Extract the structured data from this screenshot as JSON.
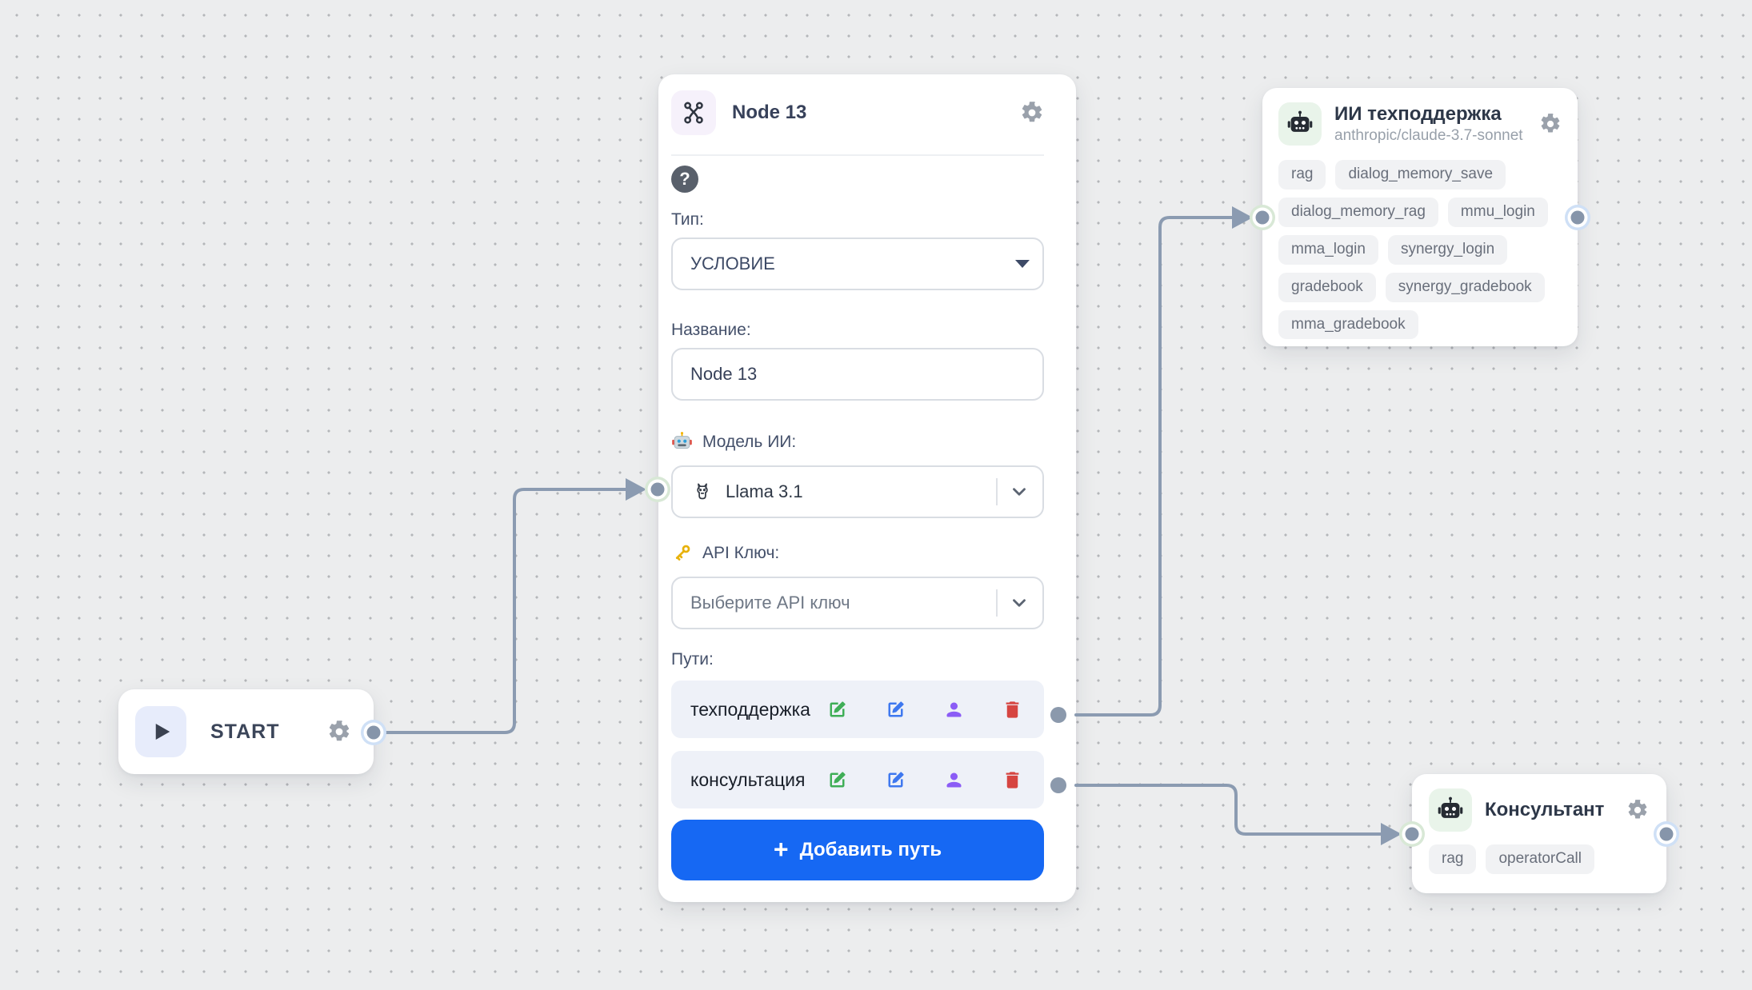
{
  "colors": {
    "accent_blue": "#1668f3",
    "edge_line": "#8b9bb1",
    "edit_green": "#3fae57",
    "edit_blue": "#3e78ef",
    "person_purple": "#8b5cf6",
    "trash_red": "#d64541",
    "port_dot": "#8695aa",
    "port_ring_blue": "#cfe0f6",
    "port_ring_green": "#d8e8d6"
  },
  "icons": {
    "branch-icon": "workflow-split-glyph",
    "gear-icon": "settings-gear",
    "help-icon": "question-mark-circle",
    "robot-emoji-icon": "robot-face-color",
    "robot-icon": "robot-solid-dark",
    "key-emoji-icon": "golden-key",
    "llama-icon": "llama-outline",
    "chevron-down-icon": "chevron-down",
    "caret-down-icon": "triangle-down",
    "edit-icon": "pencil-square",
    "person-icon": "person-solid",
    "trash-icon": "trash-can",
    "play-icon": "play-triangle",
    "plus-icon": "+"
  },
  "nodes": {
    "start": {
      "title": "START"
    },
    "node13": {
      "title": "Node 13",
      "help_glyph": "?",
      "type_label": "Тип:",
      "type_value": "УСЛОВИЕ",
      "name_label": "Название:",
      "name_value": "Node 13",
      "model_label": "Модель ИИ:",
      "model_value": "Llama 3.1",
      "api_key_label": "API Ключ:",
      "api_key_placeholder": "Выберите API ключ",
      "paths_label": "Пути:",
      "paths": [
        {
          "name": "техподдержка"
        },
        {
          "name": "консультация"
        }
      ],
      "add_button_plus": "+",
      "add_button_label": "Добавить путь"
    },
    "ai_support": {
      "title": "ИИ техподдержка",
      "subtitle": "anthropic/claude-3.7-sonnet",
      "tags": [
        "rag",
        "dialog_memory_save",
        "dialog_memory_rag",
        "mmu_login",
        "mma_login",
        "synergy_login",
        "gradebook",
        "synergy_gradebook",
        "mma_gradebook"
      ]
    },
    "consultant": {
      "title": "Консультант",
      "tags": [
        "rag",
        "operatorCall"
      ]
    }
  }
}
